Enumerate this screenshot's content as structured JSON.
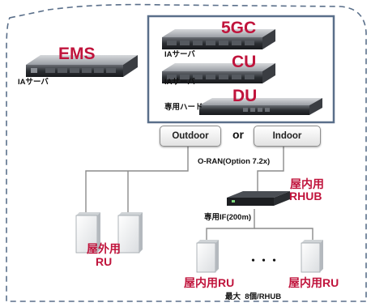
{
  "colors": {
    "label_red": "#c0143c",
    "frame_dash": "#5a6f8a",
    "panel_border": "#5a6f8a"
  },
  "nodes": {
    "ems": {
      "title": "EMS",
      "caption": "IAサーバ"
    },
    "fivegc": {
      "title": "5GC",
      "caption": "IAサーバ"
    },
    "cu": {
      "title": "CU",
      "caption": "IAサーバ"
    },
    "du": {
      "title": "DU",
      "caption": "専用ハード"
    }
  },
  "options": {
    "outdoor": "Outdoor",
    "or": "or",
    "indoor": "Indoor"
  },
  "links": {
    "oran": "O-RAN(Option 7.2x)",
    "dedicated_if": "専用IF(200m)"
  },
  "rhub": {
    "label_line1": "屋内用",
    "label_line2": "RHUB"
  },
  "outdoor_ru": {
    "label_line1": "屋外用",
    "label_line2": "RU"
  },
  "indoor_ru": {
    "left_label": "屋内用RU",
    "right_label": "屋内用RU",
    "ellipsis": "・・・",
    "note": "最大  8個/RHUB"
  },
  "icons": [
    "rack-server-icon",
    "radio-unit-icon",
    "rhub-device-icon"
  ]
}
